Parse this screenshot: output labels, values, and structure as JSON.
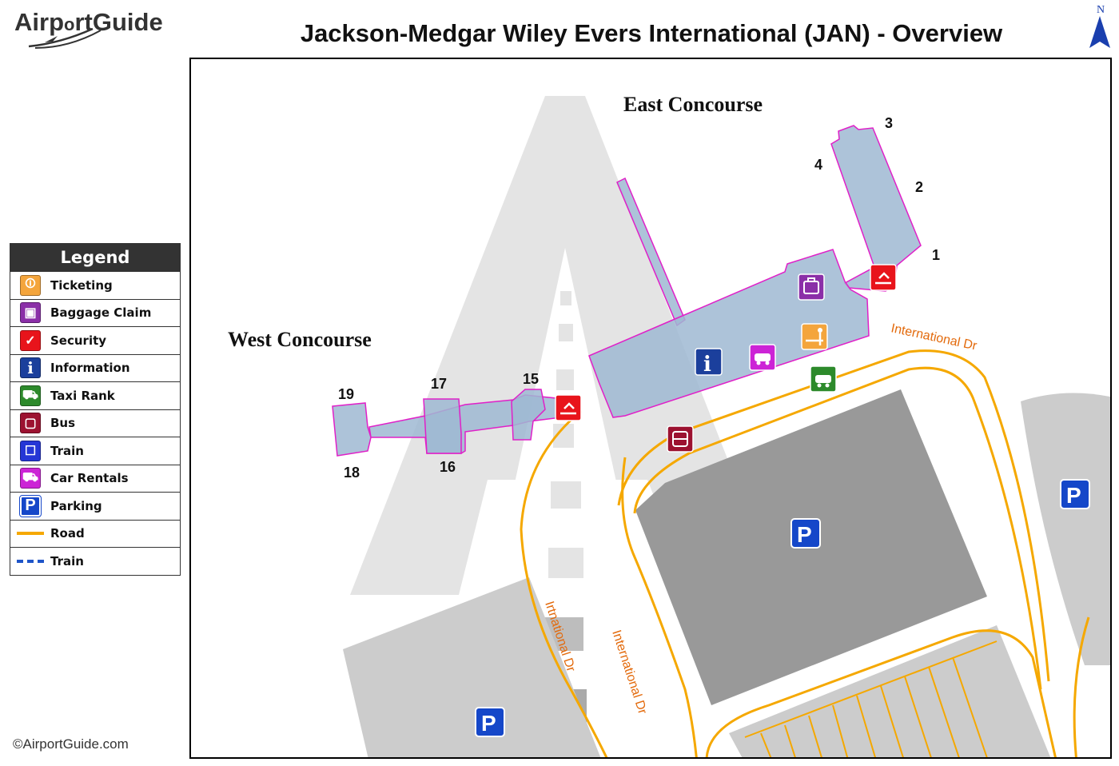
{
  "brand": {
    "name_prefix": "Airp",
    "name_mid": "rt",
    "name_suffix": "Guide"
  },
  "title": "Jackson-Medgar Wiley Evers International (JAN) - Overview",
  "compass": {
    "label": "N"
  },
  "legend": {
    "heading": "Legend",
    "items": [
      {
        "label": "Ticketing",
        "icon": "ticketing-icon",
        "color": "#f4a53c"
      },
      {
        "label": "Baggage Claim",
        "icon": "baggage-claim-icon",
        "color": "#8b2fa8"
      },
      {
        "label": "Security",
        "icon": "security-icon",
        "color": "#e8141b"
      },
      {
        "label": "Information",
        "icon": "information-icon",
        "color": "#1b3f9c"
      },
      {
        "label": "Taxi Rank",
        "icon": "taxi-icon",
        "color": "#2d8a2b"
      },
      {
        "label": "Bus",
        "icon": "bus-icon",
        "color": "#9c1230"
      },
      {
        "label": "Train",
        "icon": "train-icon",
        "color": "#2536d6"
      },
      {
        "label": "Car Rentals",
        "icon": "car-rental-icon",
        "color": "#cc24d6"
      },
      {
        "label": "Parking",
        "icon": "parking-icon",
        "color": "#1547c9"
      },
      {
        "label": "Road",
        "icon": "road-line",
        "color": "#f5a800"
      },
      {
        "label": "Train",
        "icon": "train-line",
        "color": "#1f55c9"
      }
    ]
  },
  "map": {
    "concourses": {
      "east": "East Concourse",
      "west": "West Concourse"
    },
    "gates": {
      "g1": "1",
      "g2": "2",
      "g3": "3",
      "g4": "4",
      "g15": "15",
      "g16": "16",
      "g17": "17",
      "g18": "18",
      "g19": "19"
    },
    "roads": {
      "r1": "International Dr",
      "r2": "Irtnational Dr",
      "r3": "International Dr"
    },
    "parking_label": "P",
    "info_label": "i"
  },
  "copyright": "©AirportGuide.com"
}
